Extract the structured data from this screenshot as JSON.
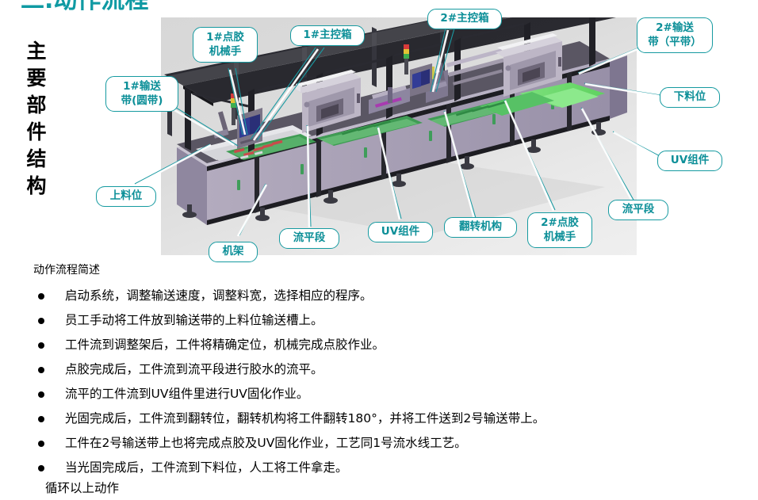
{
  "slide": {
    "title": "二.动作流程",
    "vertical_heading_chars": [
      "主",
      "要",
      "部",
      "件",
      "结",
      "构"
    ],
    "accent_color": "#0f9aa3",
    "callout_border_color": "#159aa0",
    "callout_text_color": "#0c8f98"
  },
  "figure": {
    "background_color": "#dcdcdc",
    "callouts": [
      {
        "id": "conveyor1",
        "lines": [
          "1#输送",
          "带(圆带)"
        ]
      },
      {
        "id": "dispenser1",
        "lines": [
          "1#点胶",
          "机械手"
        ]
      },
      {
        "id": "control1",
        "lines": [
          "1#主控箱"
        ]
      },
      {
        "id": "control2",
        "lines": [
          "2#主控箱"
        ]
      },
      {
        "id": "conveyor2",
        "lines": [
          "2#输送",
          "带（平带）"
        ]
      },
      {
        "id": "unload",
        "lines": [
          "下料位"
        ]
      },
      {
        "id": "uv_right",
        "lines": [
          "UV组件"
        ]
      },
      {
        "id": "level_right",
        "lines": [
          "流平段"
        ]
      },
      {
        "id": "dispenser2",
        "lines": [
          "2#点胶",
          "机械手"
        ]
      },
      {
        "id": "flip",
        "lines": [
          "翻转机构"
        ]
      },
      {
        "id": "uv_mid",
        "lines": [
          "UV组件"
        ]
      },
      {
        "id": "level_mid",
        "lines": [
          "流平段"
        ]
      },
      {
        "id": "frame",
        "lines": [
          "机架"
        ]
      },
      {
        "id": "load",
        "lines": [
          "上料位"
        ]
      }
    ]
  },
  "flow": {
    "heading": "动作流程简述",
    "steps": [
      "启动系统，调整输送速度，调整料宽，选择相应的程序。",
      "员工手动将工件放到输送带的上料位输送槽上。",
      "工件流到调整架后，工件将精确定位，机械完成点胶作业。",
      "点胶完成后，工件流到流平段进行胶水的流平。",
      "流平的工件流到UV组件里进行UV固化作业。",
      "光固完成后，工件流到翻转位，翻转机构将工件翻转180°，并将工件送到2号输送带上。",
      "工件在2号输送带上也将完成点胶及UV固化作业，工艺同1号流水线工艺。",
      "当光固完成后，工件流到下料位，人工将工件拿走。"
    ],
    "footer": "循环以上动作"
  }
}
